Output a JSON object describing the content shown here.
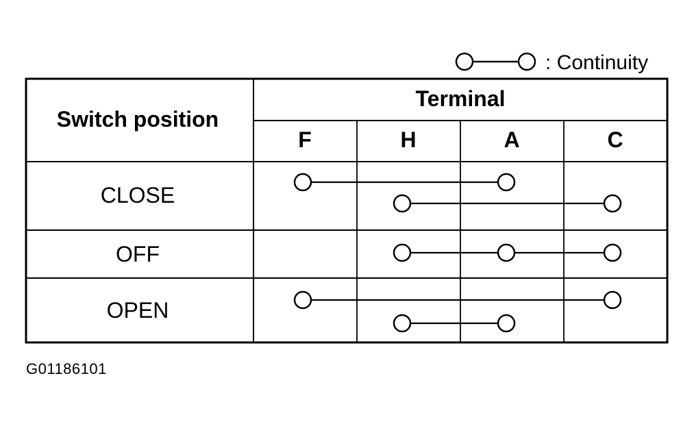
{
  "legend": {
    "text": ": Continuity"
  },
  "table": {
    "header_row_label": "Switch position",
    "group_header": "Terminal",
    "terminals": [
      "F",
      "H",
      "A",
      "C"
    ],
    "rows": [
      {
        "position": "CLOSE",
        "continuity": [
          [
            "F",
            "A"
          ],
          [
            "H",
            "C"
          ]
        ]
      },
      {
        "position": "OFF",
        "continuity": [
          [
            "H",
            "A",
            "C"
          ]
        ]
      },
      {
        "position": "OPEN",
        "continuity": [
          [
            "F",
            "C"
          ],
          [
            "H",
            "A"
          ]
        ]
      }
    ]
  },
  "figure_id": "G01186101"
}
